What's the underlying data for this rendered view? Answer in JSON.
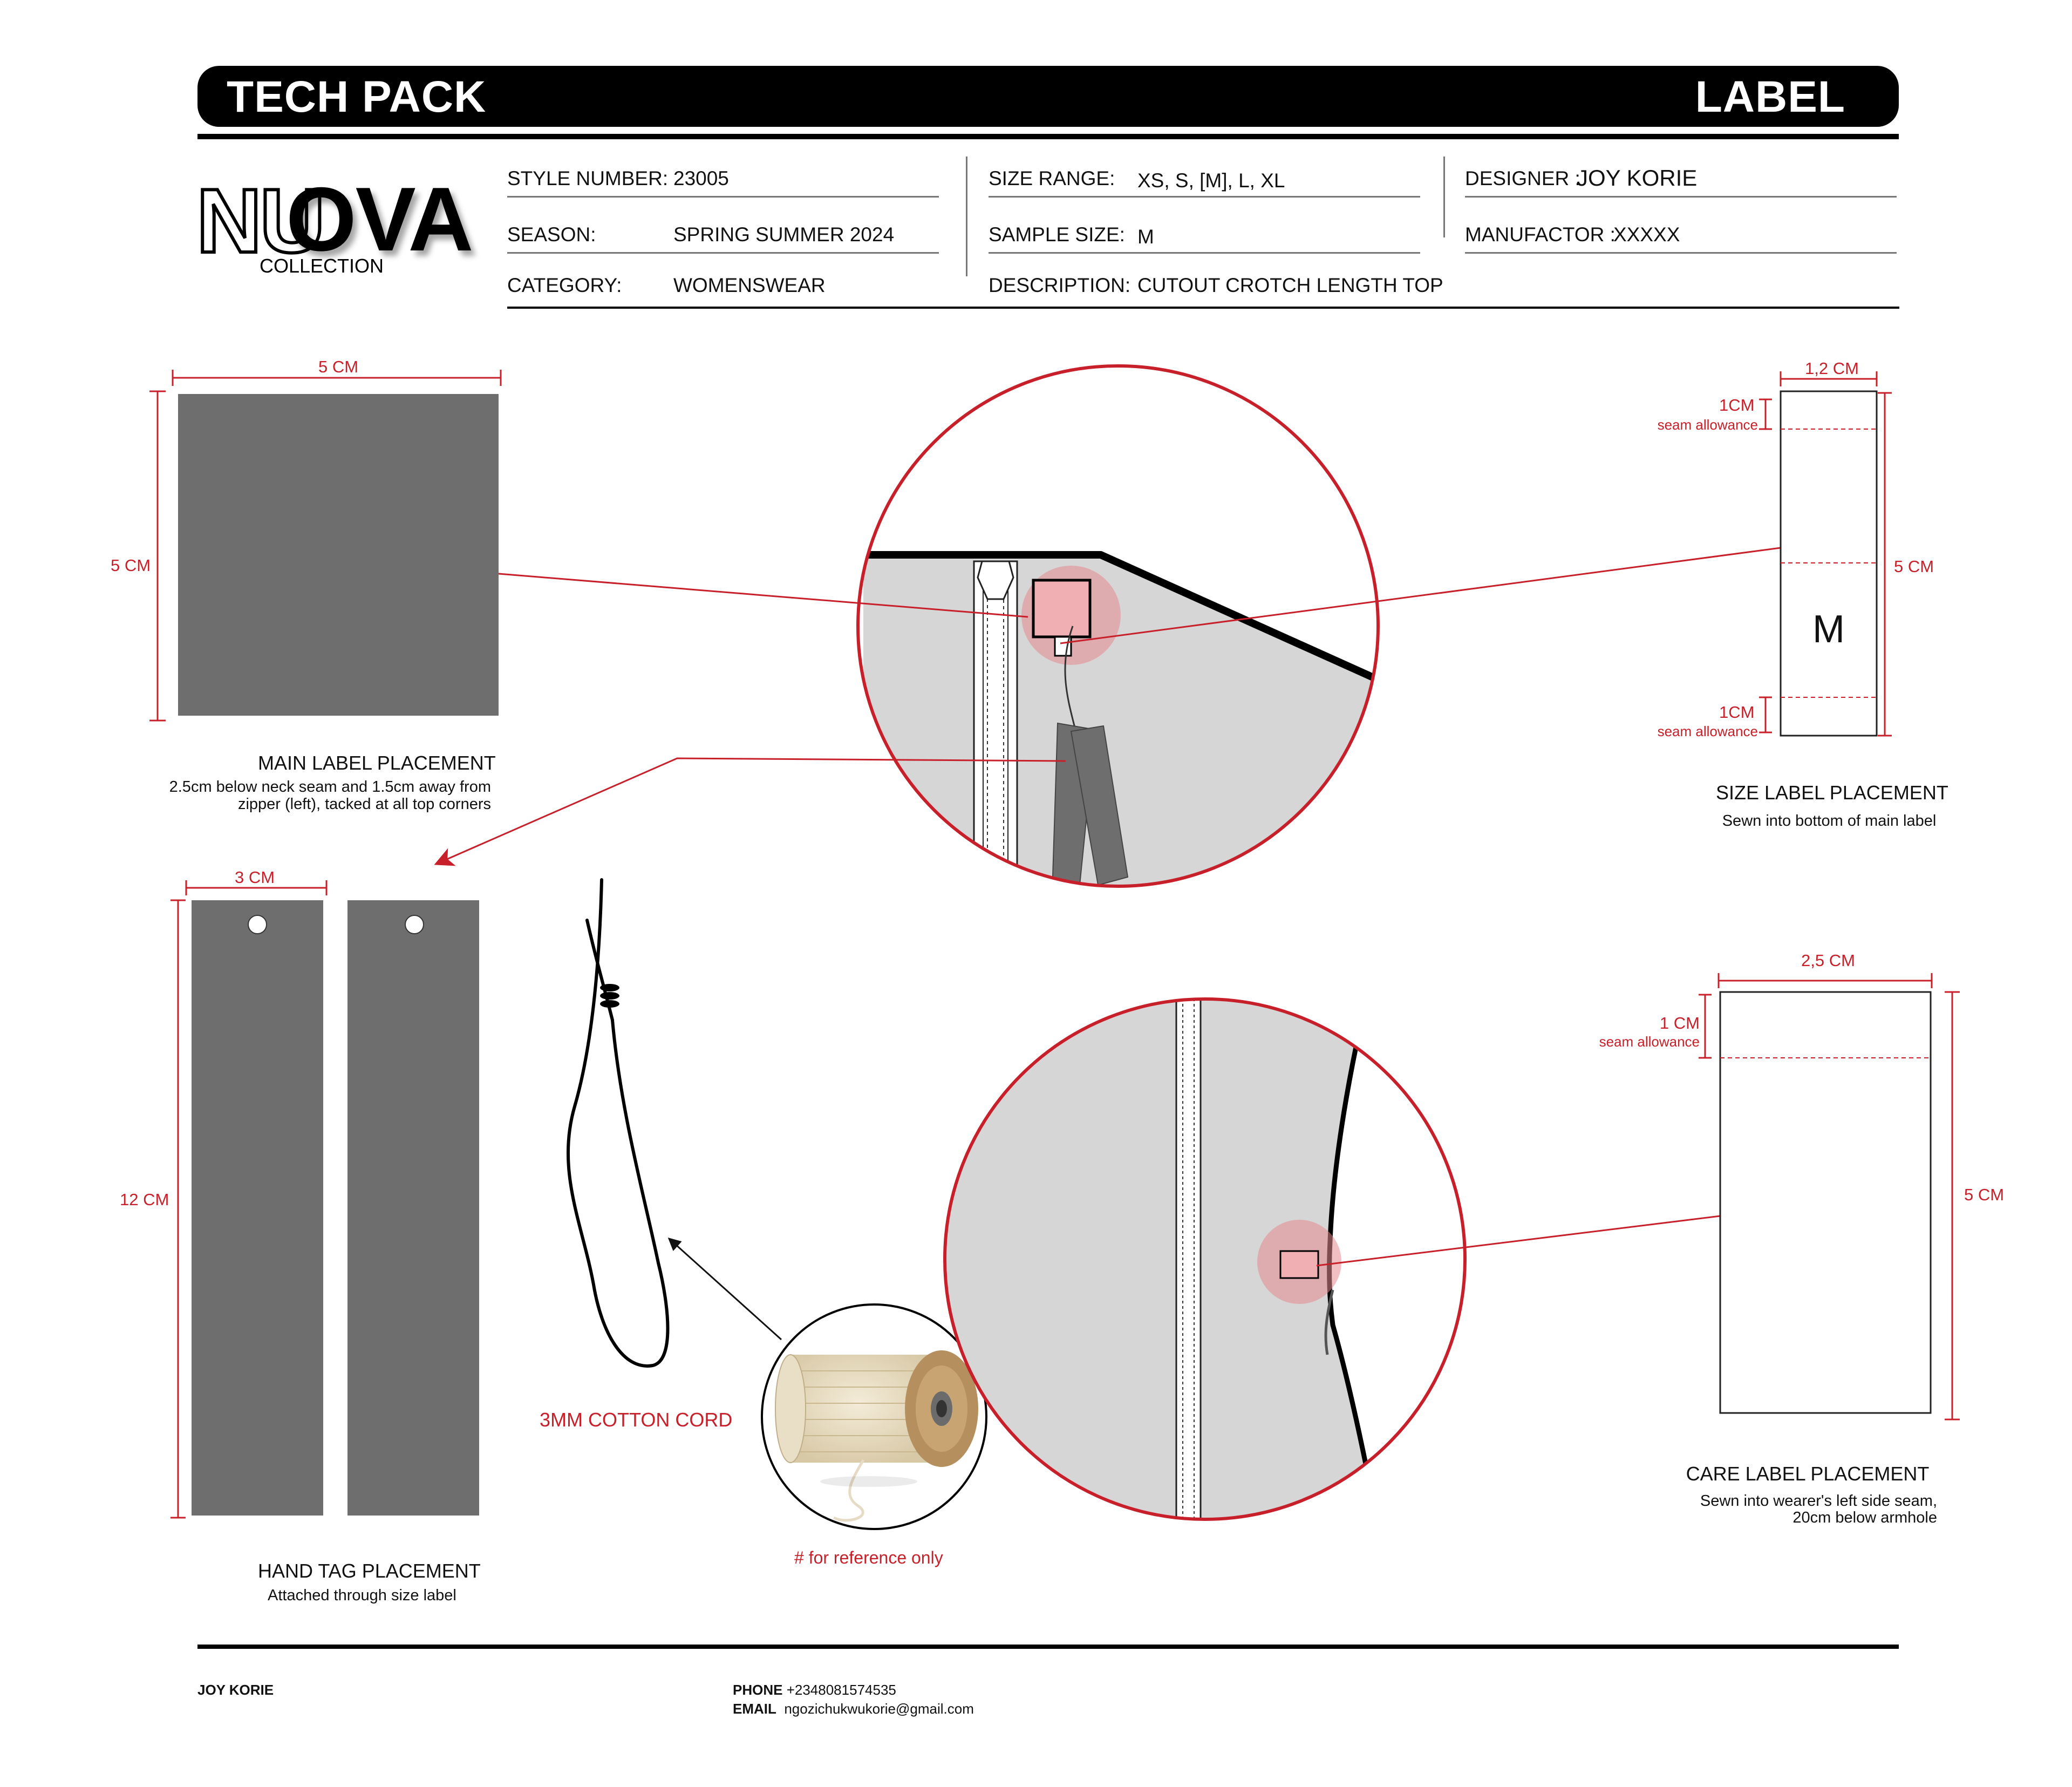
{
  "header": {
    "left_title": "TECH PACK",
    "right_title": "LABEL PLACEMENT"
  },
  "brand": {
    "logo_part1": "NU",
    "logo_part2": "OVA",
    "logo_sub": "COLLECTION"
  },
  "info": {
    "style_number": {
      "label": "STYLE NUMBER:",
      "value": "23005"
    },
    "season": {
      "label": "SEASON:",
      "value": "SPRING SUMMER 2024"
    },
    "category": {
      "label": "CATEGORY:",
      "value": "WOMENSWEAR"
    },
    "size_range": {
      "label": "SIZE RANGE:",
      "value": "XS, S, [M], L, XL"
    },
    "sample_size": {
      "label": "SAMPLE SIZE:",
      "value": "M"
    },
    "description": {
      "label": "DESCRIPTION:",
      "value": "CUTOUT CROTCH LENGTH TOP"
    },
    "designer": {
      "label": "DESIGNER :",
      "value": "JOY KORIE"
    },
    "manufactor": {
      "label": "MANUFACTOR :",
      "value": "XXXXX"
    }
  },
  "main_label": {
    "width_dim": "5 CM",
    "height_dim": "5 CM",
    "title": "MAIN LABEL PLACEMENT",
    "desc_line1": "2.5cm below neck seam and 1.5cm away from",
    "desc_line2": "zipper (left), tacked at all top corners"
  },
  "size_label": {
    "width_dim": "1,2 CM",
    "top_allowance": "1CM",
    "top_allowance_note": "seam allowance",
    "height_dim": "5 CM",
    "size_letter": "M",
    "bottom_allowance": "1CM",
    "bottom_allowance_note": "seam allowance",
    "title": "SIZE LABEL PLACEMENT",
    "desc": "Sewn into bottom of main label"
  },
  "hand_tag": {
    "width_dim": "3 CM",
    "height_dim": "12 CM",
    "title": "HAND TAG PLACEMENT",
    "desc": "Attached through size label"
  },
  "cord": {
    "label": "3MM COTTON CORD",
    "reference_note": "# for reference only"
  },
  "care_label": {
    "width_dim": "2,5 CM",
    "top_allowance": "1 CM",
    "top_allowance_note": "seam allowance",
    "height_dim": "5 CM",
    "title": "CARE LABEL PLACEMENT",
    "desc_line1": "Sewn into wearer's left side seam,",
    "desc_line2": "20cm below armhole"
  },
  "footer": {
    "name": "JOY KORIE",
    "phone_label": "PHONE",
    "phone": "+2348081574535",
    "email_label": "EMAIL",
    "email": "ngozichukwukorie@gmail.com"
  },
  "colors": {
    "accent_red": "#c8202a",
    "label_gray": "#6e6e6e",
    "garment_gray": "#d6d6d6",
    "header_black": "#000000"
  }
}
